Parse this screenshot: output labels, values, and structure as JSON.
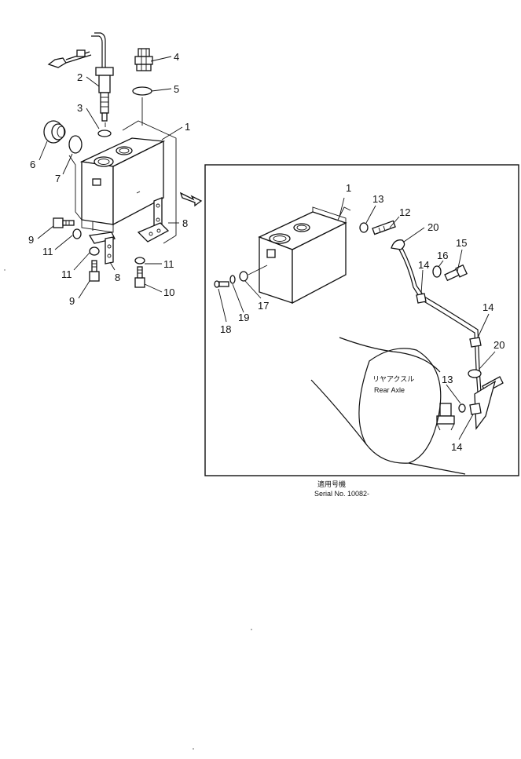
{
  "labels": {
    "p1_left": "1",
    "p2": "2",
    "p3": "3",
    "p4": "4",
    "p5": "5",
    "p6": "6",
    "p7": "7",
    "p8_right": "8",
    "p8_bottom": "8",
    "p9_top": "9",
    "p9_bottom": "9",
    "p10": "10",
    "p11_a": "11",
    "p11_b": "11",
    "p11_c": "11",
    "p1_inset": "1",
    "p12": "12",
    "p13_top": "13",
    "p13_bottom": "13",
    "p14_a": "14",
    "p14_b": "14",
    "p14_c": "14",
    "p15": "15",
    "p16": "16",
    "p17": "17",
    "p18": "18",
    "p19": "19",
    "p20_top": "20",
    "p20_bottom": "20"
  },
  "rear_axle": {
    "japanese": "リヤアクスル",
    "english": "Rear Axle"
  },
  "serial": {
    "japanese": "適用号機",
    "text": "Serial No. 10082-"
  }
}
